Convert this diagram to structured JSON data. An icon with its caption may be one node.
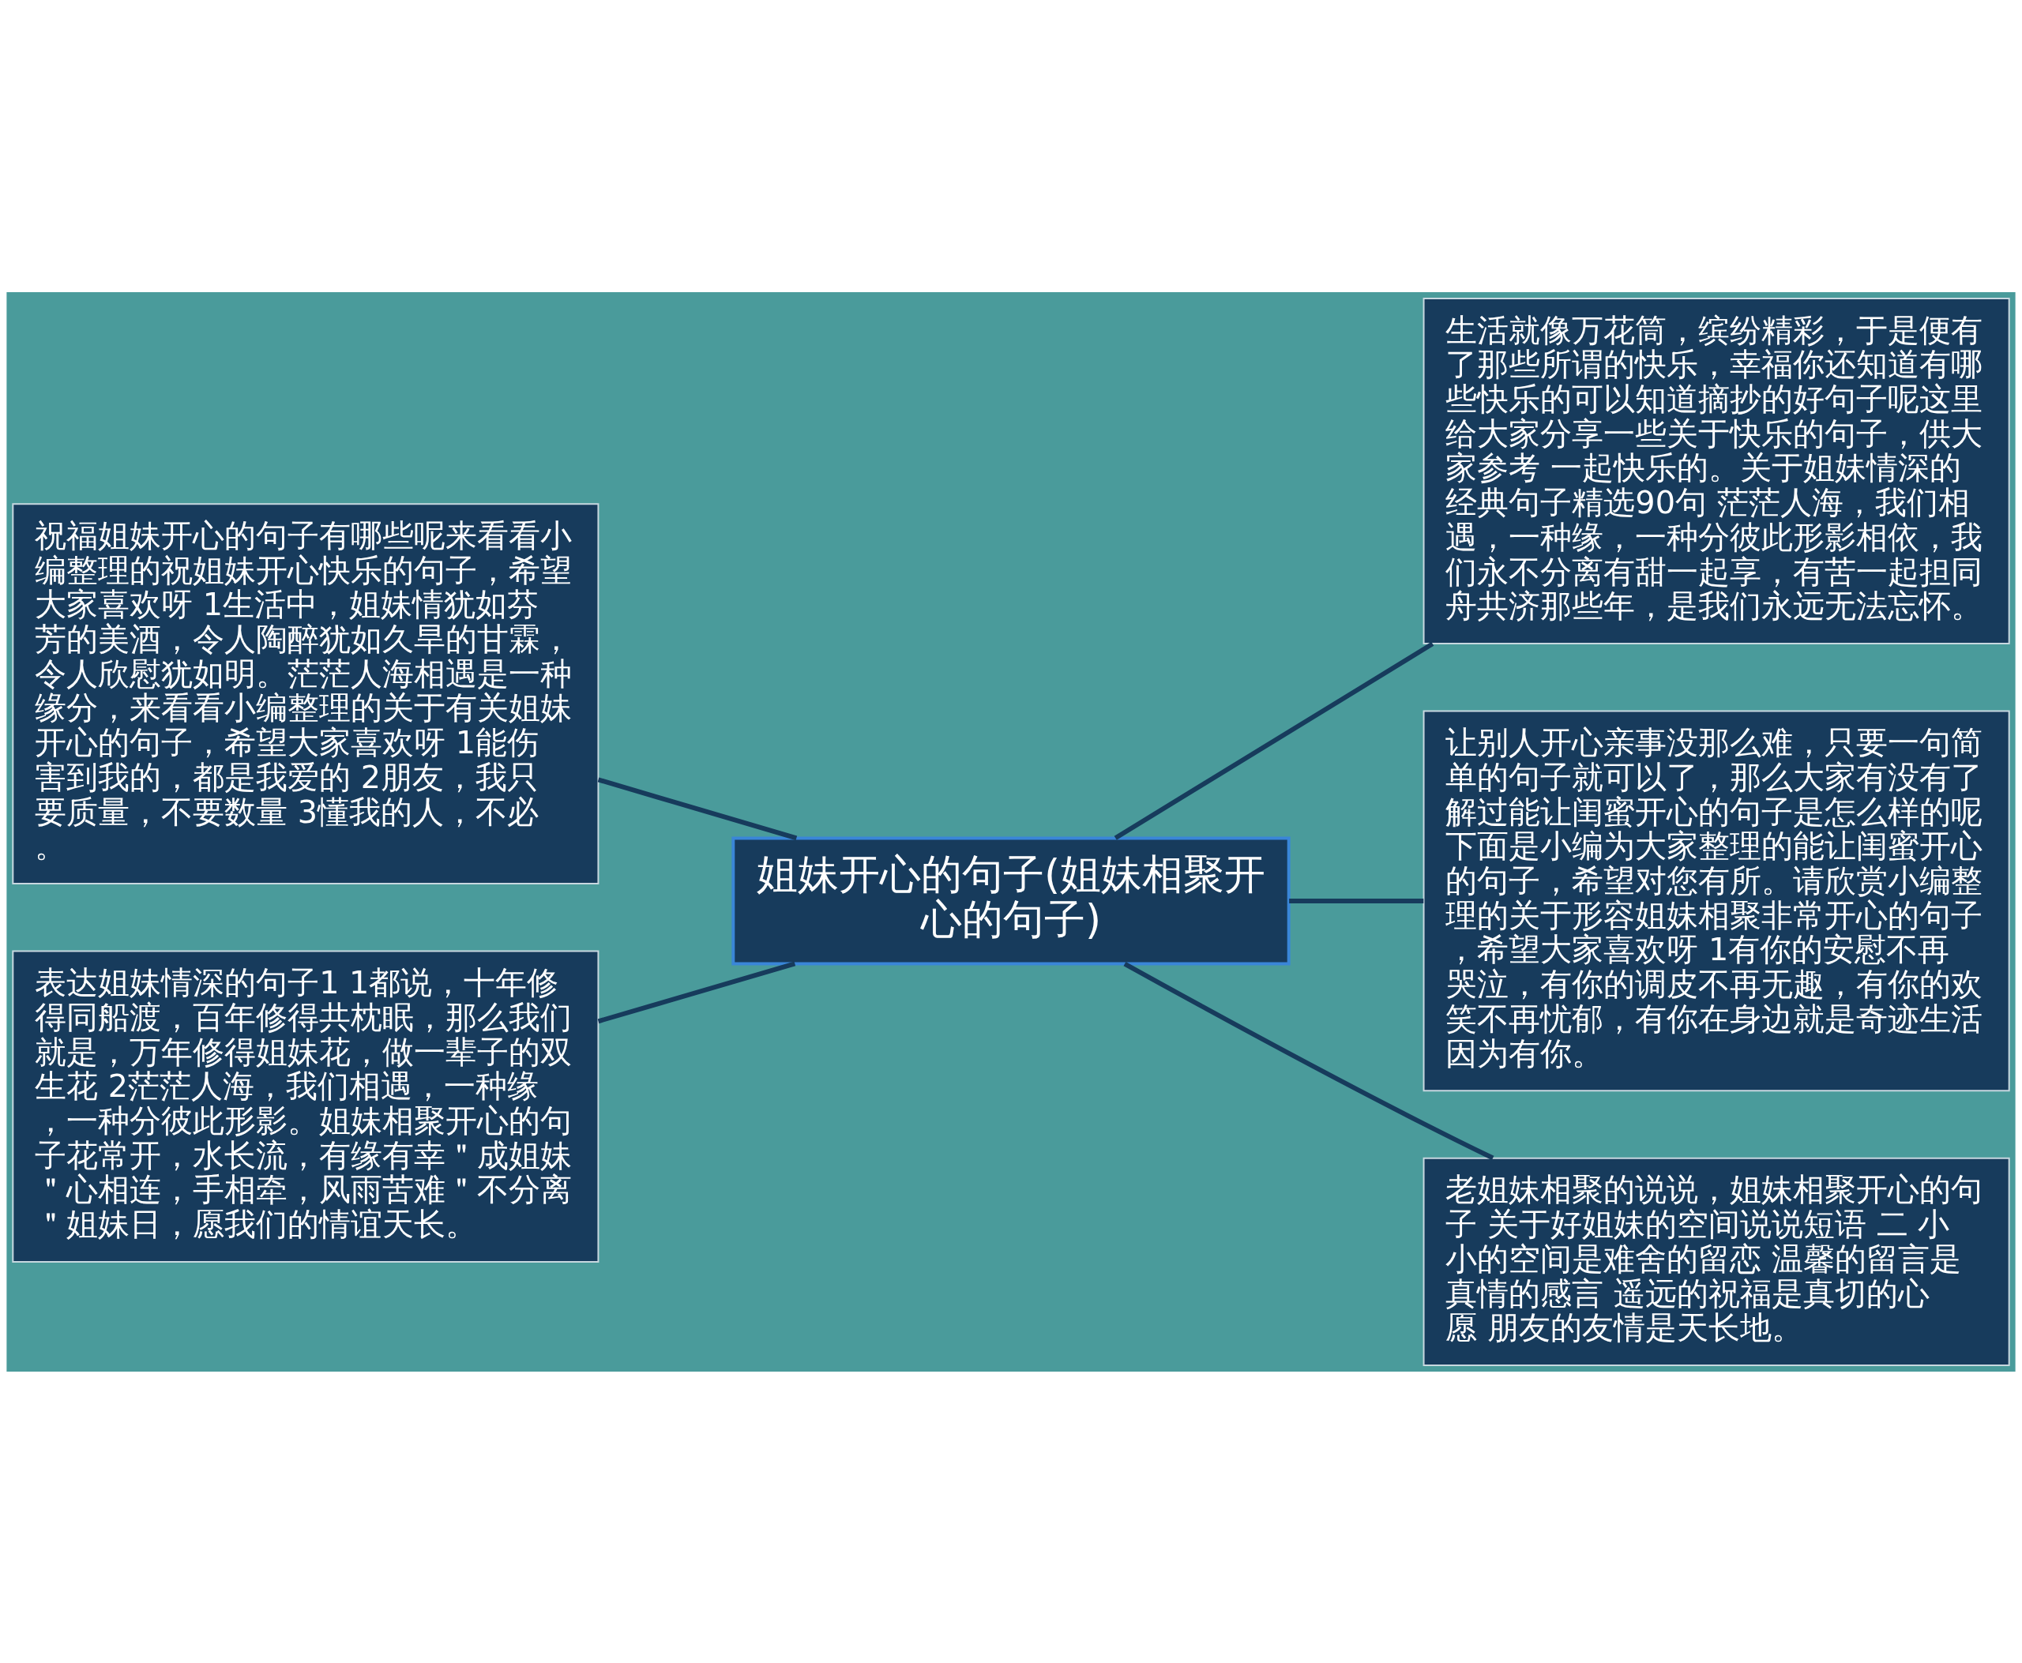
{
  "diagram": {
    "nodes": [
      {
        "text": [
          "姐妹开心的句子(姐妹相聚开心的句子)"
        ]
      },
      {
        "text": [
          "祝福姐妹开心的句子有哪些呢来看看小编整理的祝姐妹开心快乐的句子，希望大家喜欢呀 1生活中，姐妹情犹如芬芳的美酒，令人陶醉犹如久旱的甘霖，令人欣慰犹如明。茫茫人海相遇是一种缘分，来看看小编整理的关于有关姐妹开心的句子，希望大家喜欢呀 1能伤害到我的，都是我爱的 2朋友，我只要质量，不要数量 3懂我的人，不必。"
        ]
      },
      {
        "text": [
          "表达姐妹情深的句子1 1都说，十年修得同船渡，百年修得共枕眠，那么我们就是，万年修得姐妹花，做一辈子的双生花 2茫茫人海，我们相遇，一种缘，一种分彼此形影。姐妹相聚开心的句子花常开，水长流，有缘有幸＂成姐妹＂心相连，手相牵，风雨苦难＂不分离＂姐妹日，愿我们的情谊天长。"
        ]
      },
      {
        "text": [
          "生活就像万花筒，缤纷精彩，于是便有了那些所谓的快乐，幸福你还知道有哪些快乐的可以知道摘抄的好句子呢这里给大家分享一些关于快乐的句子，供大家参考 一起快乐的。关于姐妹情深的经典句子精选90句 茫茫人海，我们相遇，一种缘，一种分彼此形影相依，我们永不分离有甜一起享，有苦一起担同舟共济那些年，是我们永远无法忘怀。"
        ]
      },
      {
        "text": [
          "让别人开心亲事没那么难，只要一句简单的句子就可以了，那么大家有没有了解过能让闺蜜开心的句子是怎么样的呢下面是小编为大家整理的能让闺蜜开心的句子，希望对您有所。请欣赏小编整理的关于形容姐妹相聚非常开心的句子，希望大家喜欢呀 1有你的安慰不再哭泣，有你的调皮不再无趣，有你的欢笑不再忧郁，有你在身边就是奇迹生活因为有你。"
        ]
      },
      {
        "text": [
          "老姐妹相聚的说说，姐妹相聚开心的句子 关于好姐妹的空间说说短语 二 小小的空间是难舍的留恋 温馨的留言是真情的感言 遥远的祝福是真切的心愿 朋友的友情是天长地。"
        ]
      }
    ],
    "edges": [
      {
        "from": 0,
        "to": 1,
        "arrow": "none"
      },
      {
        "from": 0,
        "to": 2,
        "arrow": "none"
      },
      {
        "from": 0,
        "to": 3,
        "arrow": "none"
      },
      {
        "from": 0,
        "to": 4,
        "arrow": "none"
      },
      {
        "from": 0,
        "to": 5,
        "arrow": "none"
      }
    ]
  }
}
